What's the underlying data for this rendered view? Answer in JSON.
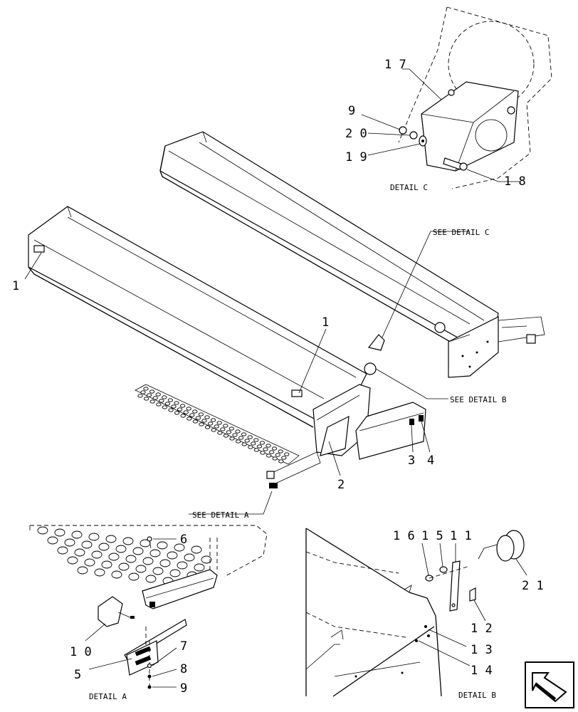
{
  "callouts": {
    "c1a": "1",
    "c1b": "1",
    "c2": "2",
    "c3": "3",
    "c4": "4",
    "c5": "5",
    "c6": "6",
    "c7": "7",
    "c8": "8",
    "c9a": "9",
    "c9b": "9",
    "c10": "1 0",
    "c12": "1 2",
    "c13": "1 3",
    "c14": "1 4",
    "c16": "1 6",
    "c15": "1 5",
    "c11": "1 1",
    "c17": "1 7",
    "c18": "1 8",
    "c19": "1 9",
    "c20": "2 0",
    "c21": "2 1"
  },
  "references": {
    "see_detail_a": "SEE DETAIL A",
    "see_detail_b": "SEE DETAIL B",
    "see_detail_c": "SEE DETAIL C"
  },
  "detail_titles": {
    "a": "DETAIL A",
    "b": "DETAIL B",
    "c": "DETAIL C"
  },
  "nav_icon": "return-arrow-icon"
}
